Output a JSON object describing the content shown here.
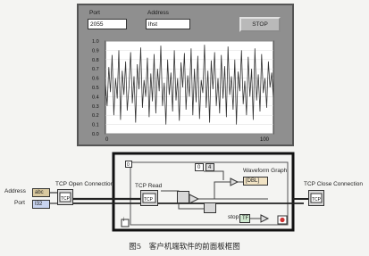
{
  "front_panel": {
    "port_label": "Port",
    "port_value": "2055",
    "address_label": "Address",
    "address_value": "lhst",
    "stop_label": "STOP",
    "chart": {
      "y_ticks": [
        "1.0",
        "0.9",
        "0.8",
        "0.7",
        "0.6",
        "0.5",
        "0.4",
        "0.3",
        "0.2",
        "0.1",
        "0.0"
      ],
      "x_ticks": [
        "0",
        "100"
      ]
    }
  },
  "chart_data": {
    "type": "line",
    "xlim": [
      0,
      100
    ],
    "ylim": [
      0,
      1
    ],
    "values": [
      0.55,
      0.3,
      0.72,
      0.45,
      0.85,
      0.2,
      0.6,
      0.38,
      0.9,
      0.15,
      0.68,
      0.42,
      0.78,
      0.25,
      0.5,
      0.88,
      0.33,
      0.62,
      0.12,
      0.75,
      0.48,
      0.93,
      0.28,
      0.58,
      0.4,
      0.82,
      0.18,
      0.65,
      0.35,
      0.86,
      0.22,
      0.7,
      0.46,
      0.95,
      0.3,
      0.55,
      0.1,
      0.8,
      0.42,
      0.66,
      0.24,
      0.9,
      0.36,
      0.6,
      0.14,
      0.77,
      0.5,
      0.87,
      0.26,
      0.63,
      0.4,
      0.92,
      0.2,
      0.7,
      0.34,
      0.84,
      0.16,
      0.58,
      0.44,
      0.96,
      0.28,
      0.68,
      0.12,
      0.79,
      0.48,
      0.88,
      0.3,
      0.6,
      0.22,
      0.85,
      0.38,
      0.73,
      0.18,
      0.94,
      0.42,
      0.62,
      0.26,
      0.8,
      0.1,
      0.67,
      0.46,
      0.9,
      0.32,
      0.57,
      0.2,
      0.83,
      0.4,
      0.7,
      0.15,
      0.92,
      0.36,
      0.64,
      0.24,
      0.86,
      0.44,
      0.6,
      0.28,
      0.78,
      0.5,
      0.66,
      0.38
    ]
  },
  "block_diagram": {
    "address_label": "Address",
    "address_tag": "abc",
    "port_label": "Port",
    "port_tag": "I32",
    "tcp_open_label": "TCP Open Connection",
    "tcp_read_label": "TCP Read",
    "waveform_graph_label": "Waveform Graph",
    "waveform_tag": "[DBL]",
    "tcp_close_label": "TCP Close Connection",
    "stop_label": "stop",
    "stop_tag": "TF",
    "const_zero": "0",
    "const_box": "0",
    "loop_index": "i",
    "loop_n": "4"
  },
  "caption": "图5　客户机端软件的前面板框图"
}
